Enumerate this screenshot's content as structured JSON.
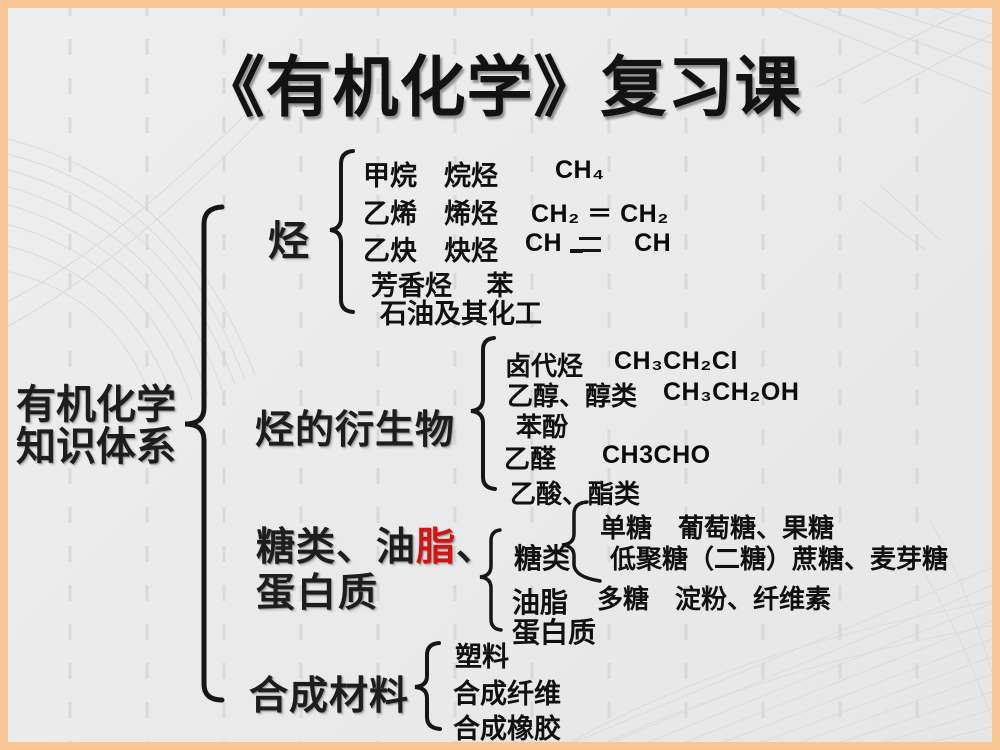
{
  "title": "《有机化学》复习课",
  "root": {
    "line1": "有机化学",
    "line2": "知识体系"
  },
  "colors": {
    "border": "#f9c694",
    "background": "#eaeaea",
    "text": "#111111",
    "highlight_red": "#d51313"
  },
  "branches": {
    "hydrocarbon": {
      "label": "烃",
      "items": [
        {
          "name": "甲烷　烷烃",
          "formula": "CH₄"
        },
        {
          "name": "乙烯　烯烃",
          "formula": "CH₂ ＝ CH₂"
        },
        {
          "name": "乙炔　炔烃",
          "bond_left": "CH",
          "bond_right": "CH"
        },
        {
          "name": "芳香烃　 苯"
        },
        {
          "name": "石油及其化工"
        }
      ]
    },
    "derivatives": {
      "label": "烃的衍生物",
      "items": [
        {
          "name": "卤代烃",
          "formula": "CH₃CH₂Cl"
        },
        {
          "name": "乙醇、醇类",
          "formula": "CH₃CH₂OH"
        },
        {
          "name": "苯酚"
        },
        {
          "name": "乙醛",
          "formula": "CH3CHO"
        },
        {
          "name": "乙酸、酯类"
        }
      ]
    },
    "biomolecules": {
      "label_black1": "糖类、油",
      "label_red": "脂",
      "label_black2": "、",
      "label_line2": "蛋白质",
      "children": {
        "sugar": {
          "label": "糖类",
          "items": [
            "单糖　葡萄糖、果糖",
            "低聚糖（二糖）蔗糖、麦芽糖",
            "多糖　淀粉、纤维素"
          ]
        },
        "fat": {
          "label": "油脂"
        },
        "protein": {
          "label": "蛋白质"
        }
      }
    },
    "synthetic": {
      "label": "合成材料",
      "items": [
        "塑料",
        "合成纤维",
        "合成橡胶"
      ]
    }
  }
}
